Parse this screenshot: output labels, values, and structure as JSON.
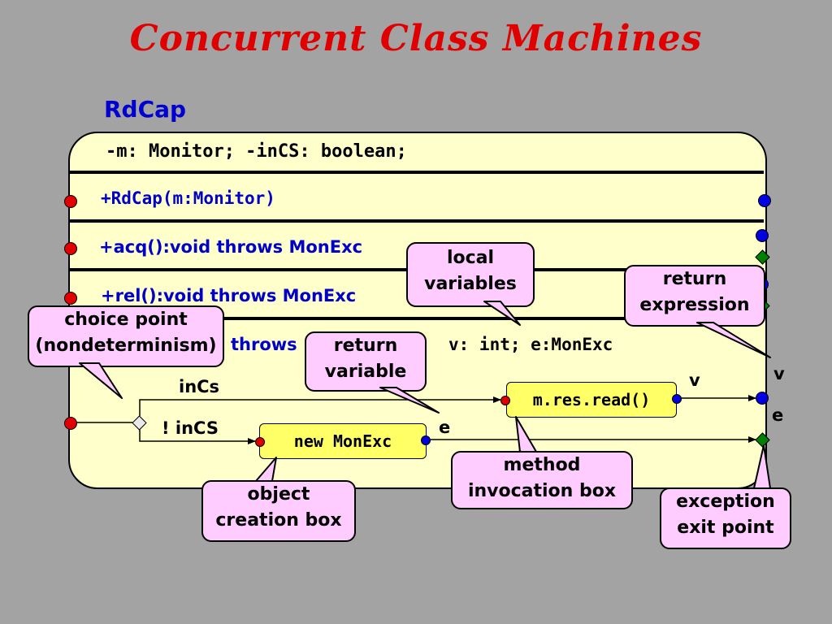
{
  "title": "Concurrent Class Machines",
  "class_name": "RdCap",
  "attributes": "-m: Monitor; -inCS: boolean;",
  "methods": {
    "ctor": "+RdCap(m:Monitor)",
    "acq": "+acq():void throws MonExc",
    "rel": "+rel():void throws MonExc",
    "read_partial": "throws"
  },
  "local_vars": "v: int; e:MonExc",
  "guards": {
    "true_branch": "inCs",
    "false_branch": "! inCS"
  },
  "boxes": {
    "invocation": "m.res.read()",
    "creation": "new MonExc"
  },
  "var_labels": {
    "v_inner": "v",
    "e_inner": "e",
    "v_exit": "v",
    "e_exit": "e"
  },
  "callouts": {
    "local_variables": [
      "local",
      "variables"
    ],
    "return_expression": [
      "return",
      "expression"
    ],
    "choice_point": [
      "choice point",
      "(nondeterminism)"
    ],
    "return_variable": [
      "return",
      "variable"
    ],
    "method_invocation": [
      "method",
      "invocation box"
    ],
    "object_creation": [
      "object",
      "creation box"
    ],
    "exception_exit": [
      "exception",
      "exit point"
    ]
  },
  "colors": {
    "background": "#a3a3a3",
    "title": "#e00000",
    "class_name": "#0000d0",
    "class_body": "#ffffcc",
    "method_text": "#0000c8",
    "box_fill": "#ffff66",
    "callout_fill": "#ffccff",
    "entry_dot": "#e00000",
    "exit_dot": "#0000e0",
    "exception_point": "#008000"
  }
}
